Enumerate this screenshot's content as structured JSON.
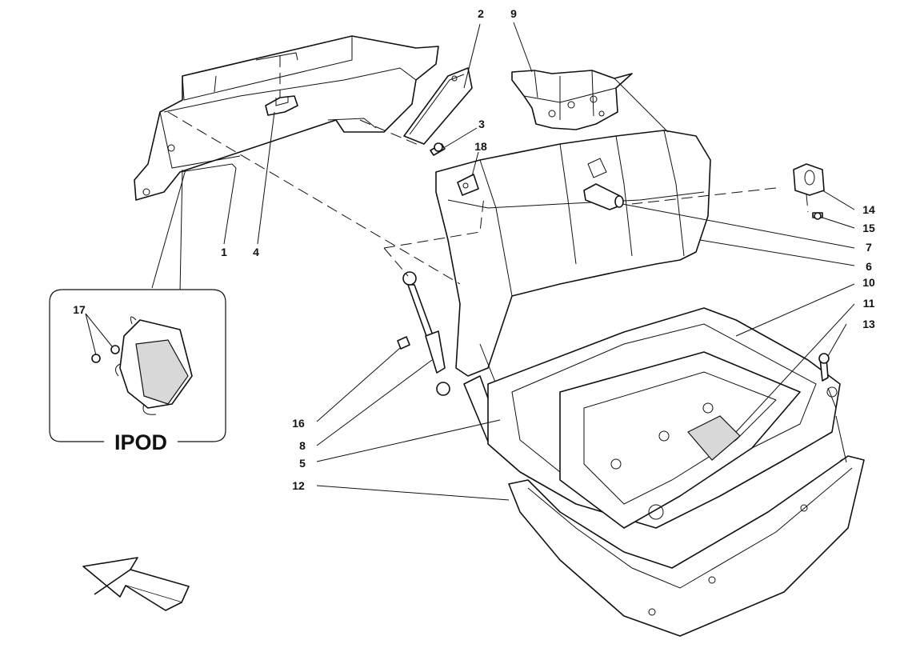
{
  "callouts": [
    "1",
    "2",
    "3",
    "4",
    "5",
    "6",
    "7",
    "8",
    "9",
    "10",
    "11",
    "12",
    "13",
    "14",
    "15",
    "16",
    "17",
    "18"
  ],
  "inset": {
    "title": "IPOD",
    "callout": "17"
  },
  "direction_arrow_icon": "arrow-icon"
}
